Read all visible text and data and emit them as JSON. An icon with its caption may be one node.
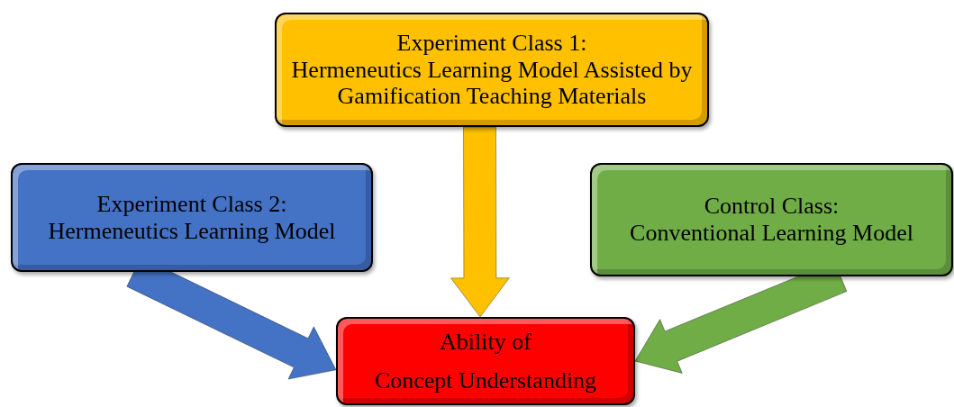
{
  "diagram": {
    "nodes": [
      {
        "text": [
          "Experiment Class 1:",
          "Hermeneutics Learning Model Assisted by Gamification Teaching Materials"
        ]
      },
      {
        "text": [
          "Experiment Class 2:",
          "Hermeneutics Learning Model"
        ]
      },
      {
        "text": [
          "Control Class:",
          "Conventional Learning Model"
        ]
      },
      {
        "text": [
          "Ability of",
          "Concept Understanding"
        ]
      }
    ],
    "edges": [
      {
        "from": 0,
        "to": 3,
        "arrow": "to",
        "style": "thick",
        "color": "#ffc000"
      },
      {
        "from": 1,
        "to": 3,
        "arrow": "to",
        "style": "thick",
        "color": "#4472c4"
      },
      {
        "from": 2,
        "to": 3,
        "arrow": "to",
        "style": "thick",
        "color": "#70ad47"
      }
    ]
  }
}
